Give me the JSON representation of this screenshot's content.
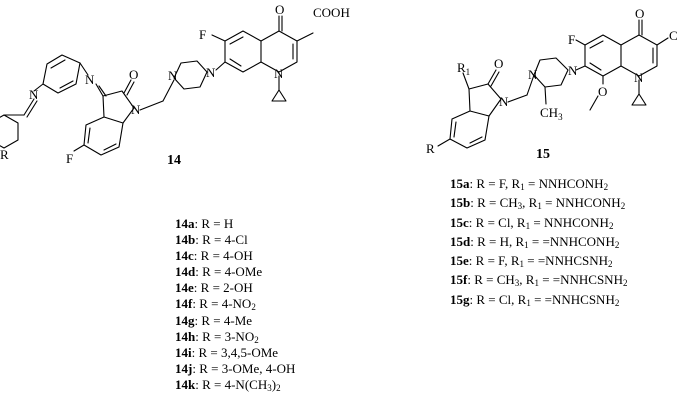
{
  "compound14": {
    "label": "14",
    "atoms": {
      "F_top": "F",
      "O_keto": "O",
      "COOH": "COOH",
      "N_ring": "N",
      "N_pip1": "N",
      "N_pip2": "N",
      "O_isatin": "O",
      "N_isatin": "N",
      "N_imine1": "N",
      "N_imine2": "N",
      "R": "R",
      "F_bottom": "F"
    },
    "variants": [
      {
        "id": "14a",
        "text": ": R = H"
      },
      {
        "id": "14b",
        "text": ": R = 4-Cl"
      },
      {
        "id": "14c",
        "text": ": R = 4-OH"
      },
      {
        "id": "14d",
        "text": ": R = 4-OMe"
      },
      {
        "id": "14e",
        "text": ": R = 2-OH"
      },
      {
        "id": "14f",
        "text": ": R = 4-NO",
        "sub": "2",
        "tail": ""
      },
      {
        "id": "14g",
        "text": ": R = 4-Me"
      },
      {
        "id": "14h",
        "text": ": R = 3-NO",
        "sub": "2",
        "tail": ""
      },
      {
        "id": "14i",
        "text": ": R = 3,4,5-OMe"
      },
      {
        "id": "14j",
        "text": ": R = 3-OMe, 4-OH"
      },
      {
        "id": "14k",
        "text": ": R = 4-N(CH",
        "sub": "3",
        "tail": ")",
        "sub2": "2"
      }
    ]
  },
  "compound15": {
    "label": "15",
    "atoms": {
      "R1": "R",
      "R1_sub": "1",
      "O_isatin": "O",
      "F_top": "F",
      "O_keto": "O",
      "COOH": "COOH",
      "N_ring": "N",
      "N_pip1": "N",
      "N_pip2": "N",
      "N_isatin": "N",
      "R": "R",
      "OMe": "O",
      "CH3": "CH",
      "CH3_sub": "3"
    },
    "variants": [
      {
        "id": "15a",
        "r": ": R = F, R",
        "r1": " = NNHCONH",
        "end": "2"
      },
      {
        "id": "15b",
        "r": ": R = CH",
        "rsub": "3",
        "r2": ", R",
        "r1": " = NNHCONH",
        "end": "2"
      },
      {
        "id": "15c",
        "r": ": R = Cl, R",
        "r1": " = NNHCONH",
        "end": "2"
      },
      {
        "id": "15d",
        "r": ": R = H, R",
        "r1": " = =NNHCONH",
        "end": "2"
      },
      {
        "id": "15e",
        "r": ": R = F, R",
        "r1": " = =NNHCSNH",
        "end": "2"
      },
      {
        "id": "15f",
        "r": ": R = CH",
        "rsub": "3",
        "r2": ", R",
        "r1": " = =NNHCSNH",
        "end": "2"
      },
      {
        "id": "15g",
        "r": ": R = Cl, R",
        "r1": " = =NNHCSNH",
        "end": "2"
      }
    ]
  }
}
